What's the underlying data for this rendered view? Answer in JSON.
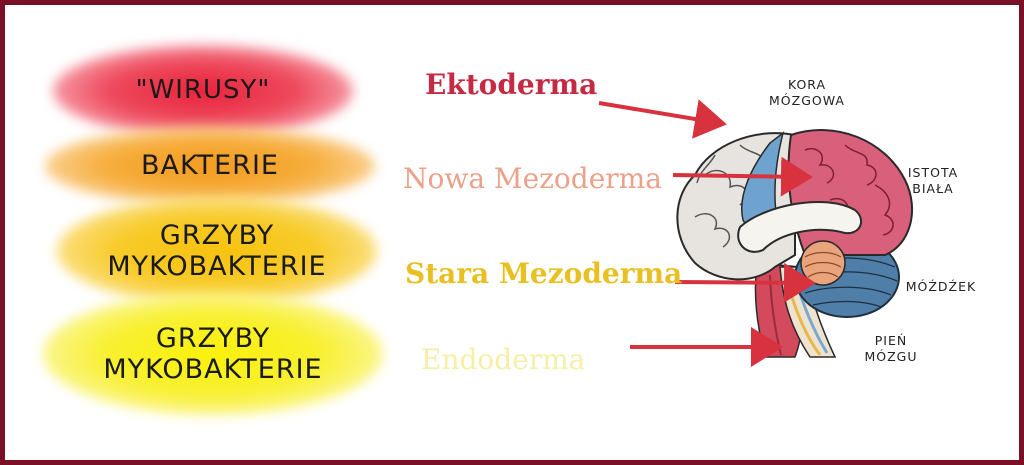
{
  "organisms": {
    "virus": "\"WIRUSY\"",
    "bakterie": "BAKTERIE",
    "grzyby1_line1": "GRZYBY",
    "grzyby1_line2": "MYKOBAKTERIE",
    "grzyby2_line1": "GRZYBY",
    "grzyby2_line2": "MYKOBAKTERIE"
  },
  "layers": {
    "ekto": "Ektoderma",
    "nowa": "Nowa Mezoderma",
    "stara": "Stara Mezoderma",
    "endo": "Endoderma"
  },
  "brain_parts": {
    "kora_line1": "KORA",
    "kora_line2": "MÓZGOWA",
    "istota_line1": "ISTOTA",
    "istota_line2": "BIAŁA",
    "mozdzek": "MÓŹDŹEK",
    "pien_line1": "PIEŃ",
    "pien_line2": "MÓZGU"
  },
  "colors": {
    "frame": "#7a1026",
    "arrow": "#d8323f",
    "virus": "#e8213a",
    "bakterie": "#f39a1d",
    "grzyby1": "#f7c20e",
    "grzyby2": "#faf10a",
    "ekto_text": "#c52a44",
    "nowa_text": "#eba18a",
    "stara_text": "#e9c022",
    "endo_text": "#f6efa6"
  }
}
